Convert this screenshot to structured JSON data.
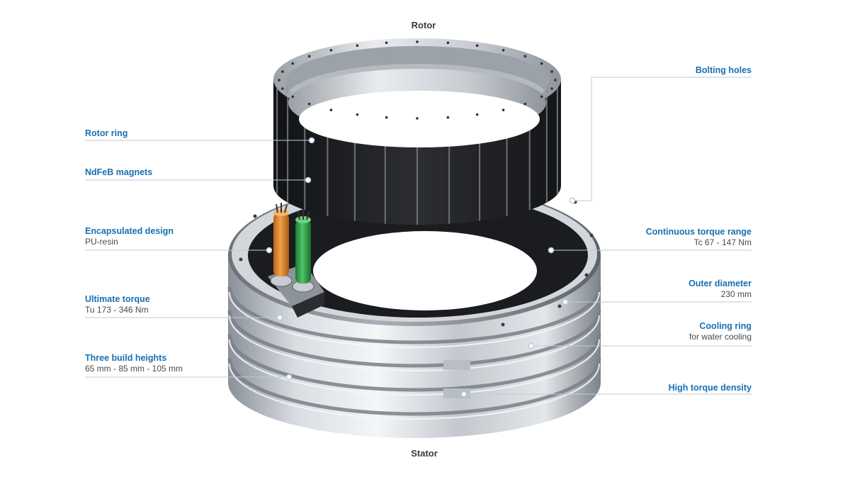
{
  "diagram": {
    "top_heading": "Rotor",
    "bottom_heading": "Stator",
    "callouts": {
      "bolting_holes": {
        "title": "Bolting holes"
      },
      "rotor_ring": {
        "title": "Rotor ring"
      },
      "ndfeb_magnets": {
        "title": "NdFeB magnets"
      },
      "encapsulated_design": {
        "title": "Encapsulated design",
        "detail": "PU-resin"
      },
      "continuous_torque_range": {
        "title": "Continuous torque range",
        "detail": "Tc 67 - 147 Nm"
      },
      "ultimate_torque": {
        "title": "Ultimate torque",
        "detail": "Tu 173 - 346 Nm"
      },
      "outer_diameter": {
        "title": "Outer diameter",
        "detail": "230 mm"
      },
      "cooling_ring": {
        "title": "Cooling ring",
        "detail": "for water cooling"
      },
      "three_build_heights": {
        "title": "Three build heights",
        "detail": "65 mm - 85 mm - 105 mm"
      },
      "high_torque_density": {
        "title": "High torque density"
      }
    }
  },
  "colors": {
    "accent": "#1a6fb0",
    "leader_line": "#b7cde0",
    "cable_orange": "#e0892c",
    "cable_green": "#2fa24a",
    "magnet": "#1e1f22",
    "aluminium": "#c8ccd1"
  }
}
